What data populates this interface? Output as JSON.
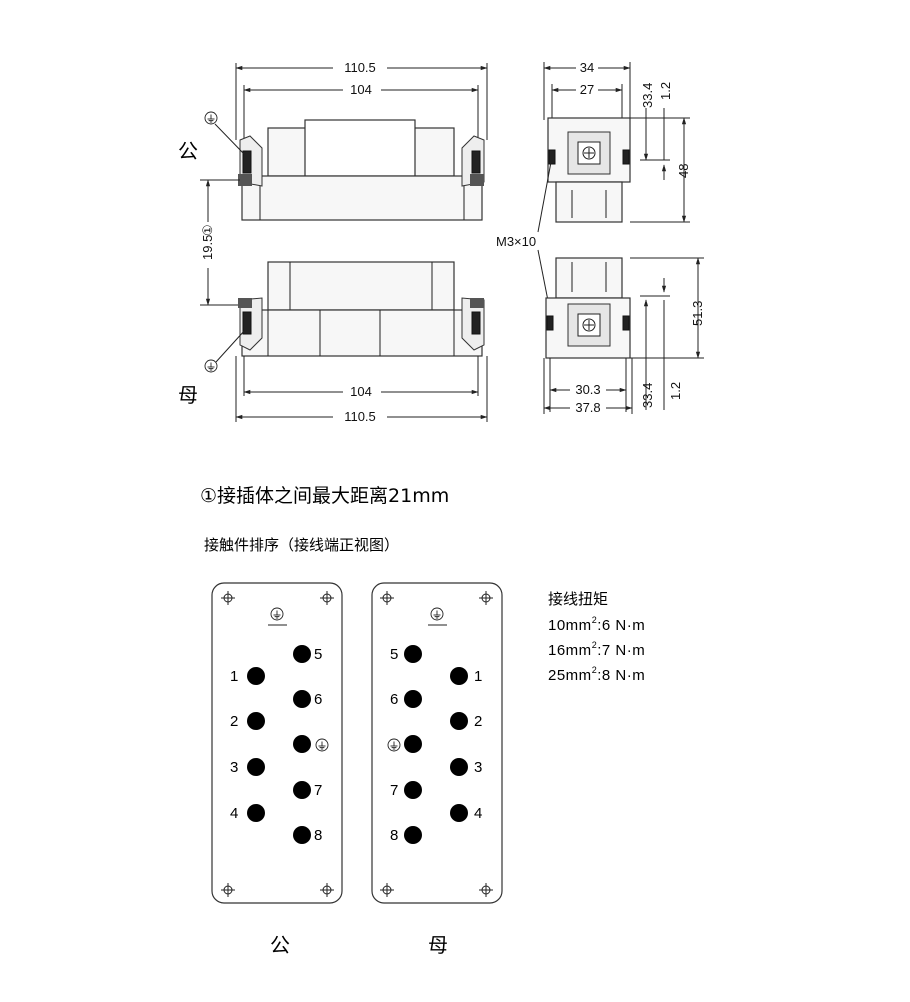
{
  "labels": {
    "male": "公",
    "female": "母",
    "note": "①接插体之间最大距离21mm",
    "pin_arrangement_title": "接触件排序（接线端正视图）",
    "male_bottom": "公",
    "female_bottom": "母",
    "screw": "M3×10"
  },
  "dimensions": {
    "top_overall": "110.5",
    "top_inner": "104",
    "bottom_overall": "110.5",
    "bottom_inner": "104",
    "gap": "19.5",
    "gap_marker": "①",
    "side_width_top": "34",
    "side_inner_top": "27",
    "side_v1_top": "33.4",
    "side_v2_top": "1.2",
    "side_height_top": "48",
    "side_width_bottom": "37.8",
    "side_inner_bottom": "30.3",
    "side_v1_bottom": "33.4",
    "side_v2_bottom": "1.2",
    "side_height_bottom": "51.3"
  },
  "torque": {
    "title": "接线扭矩",
    "rows": [
      {
        "size": "10mm",
        "sup": "2",
        "value": ":6 N·m"
      },
      {
        "size": "16mm",
        "sup": "2",
        "value": ":7 N·m"
      },
      {
        "size": "25mm",
        "sup": "2",
        "value": ":8 N·m"
      }
    ]
  },
  "male_pins": {
    "left": [
      "1",
      "2",
      "3",
      "4"
    ],
    "right": [
      "5",
      "6",
      "7",
      "8"
    ]
  },
  "female_pins": {
    "left": [
      "5",
      "6",
      "7",
      "8"
    ],
    "right": [
      "1",
      "2",
      "3",
      "4"
    ]
  },
  "icons": [
    "ground-icon",
    "mounting-hole-icon",
    "pin-contact"
  ]
}
